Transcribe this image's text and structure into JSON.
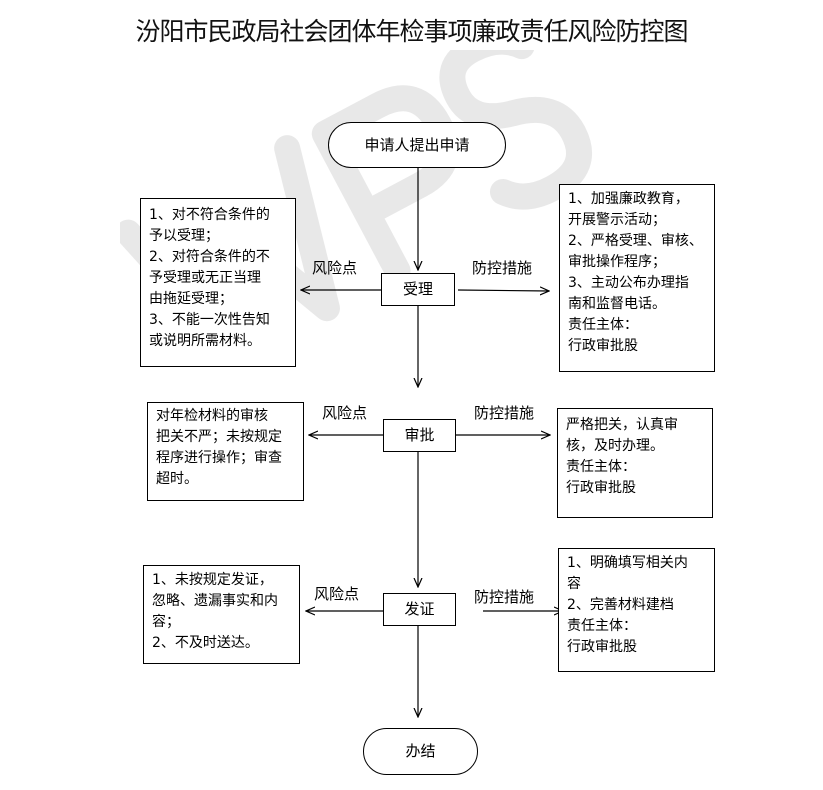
{
  "title": "汾阳市民政局社会团体年检事项廉政责任风险防控图",
  "watermark": "WPS",
  "start": "申请人提出申请",
  "end": "办结",
  "risk_label": "风险点",
  "control_label": "防控措施",
  "steps": [
    {
      "name": "受理",
      "risk": [
        "1、对不符合条件的",
        "予以受理；",
        "2、对符合条件的不",
        "予受理或无正当理",
        "由拖延受理；",
        "3、不能一次性告知",
        "或说明所需材料。"
      ],
      "control": [
        "1、加强廉政教育，",
        "开展警示活动；",
        "2、严格受理、审核、",
        "审批操作程序；",
        "3、主动公布办理指",
        "南和监督电话。",
        "责任主体：",
        "行政审批股"
      ]
    },
    {
      "name": "审批",
      "risk": [
        "对年检材料的审核",
        "把关不严；未按规定",
        "程序进行操作；审查",
        "超时。"
      ],
      "control": [
        "严格把关，认真审",
        "核，及时办理。",
        "责任主体：",
        "行政审批股"
      ]
    },
    {
      "name": "发证",
      "risk": [
        "1、未按规定发证，",
        "忽略、遗漏事实和内",
        "容；",
        "2、不及时送达。"
      ],
      "control": [
        "1、明确填写相关内",
        "容",
        "2、完善材料建档",
        "责任主体：",
        "行政审批股"
      ]
    }
  ]
}
